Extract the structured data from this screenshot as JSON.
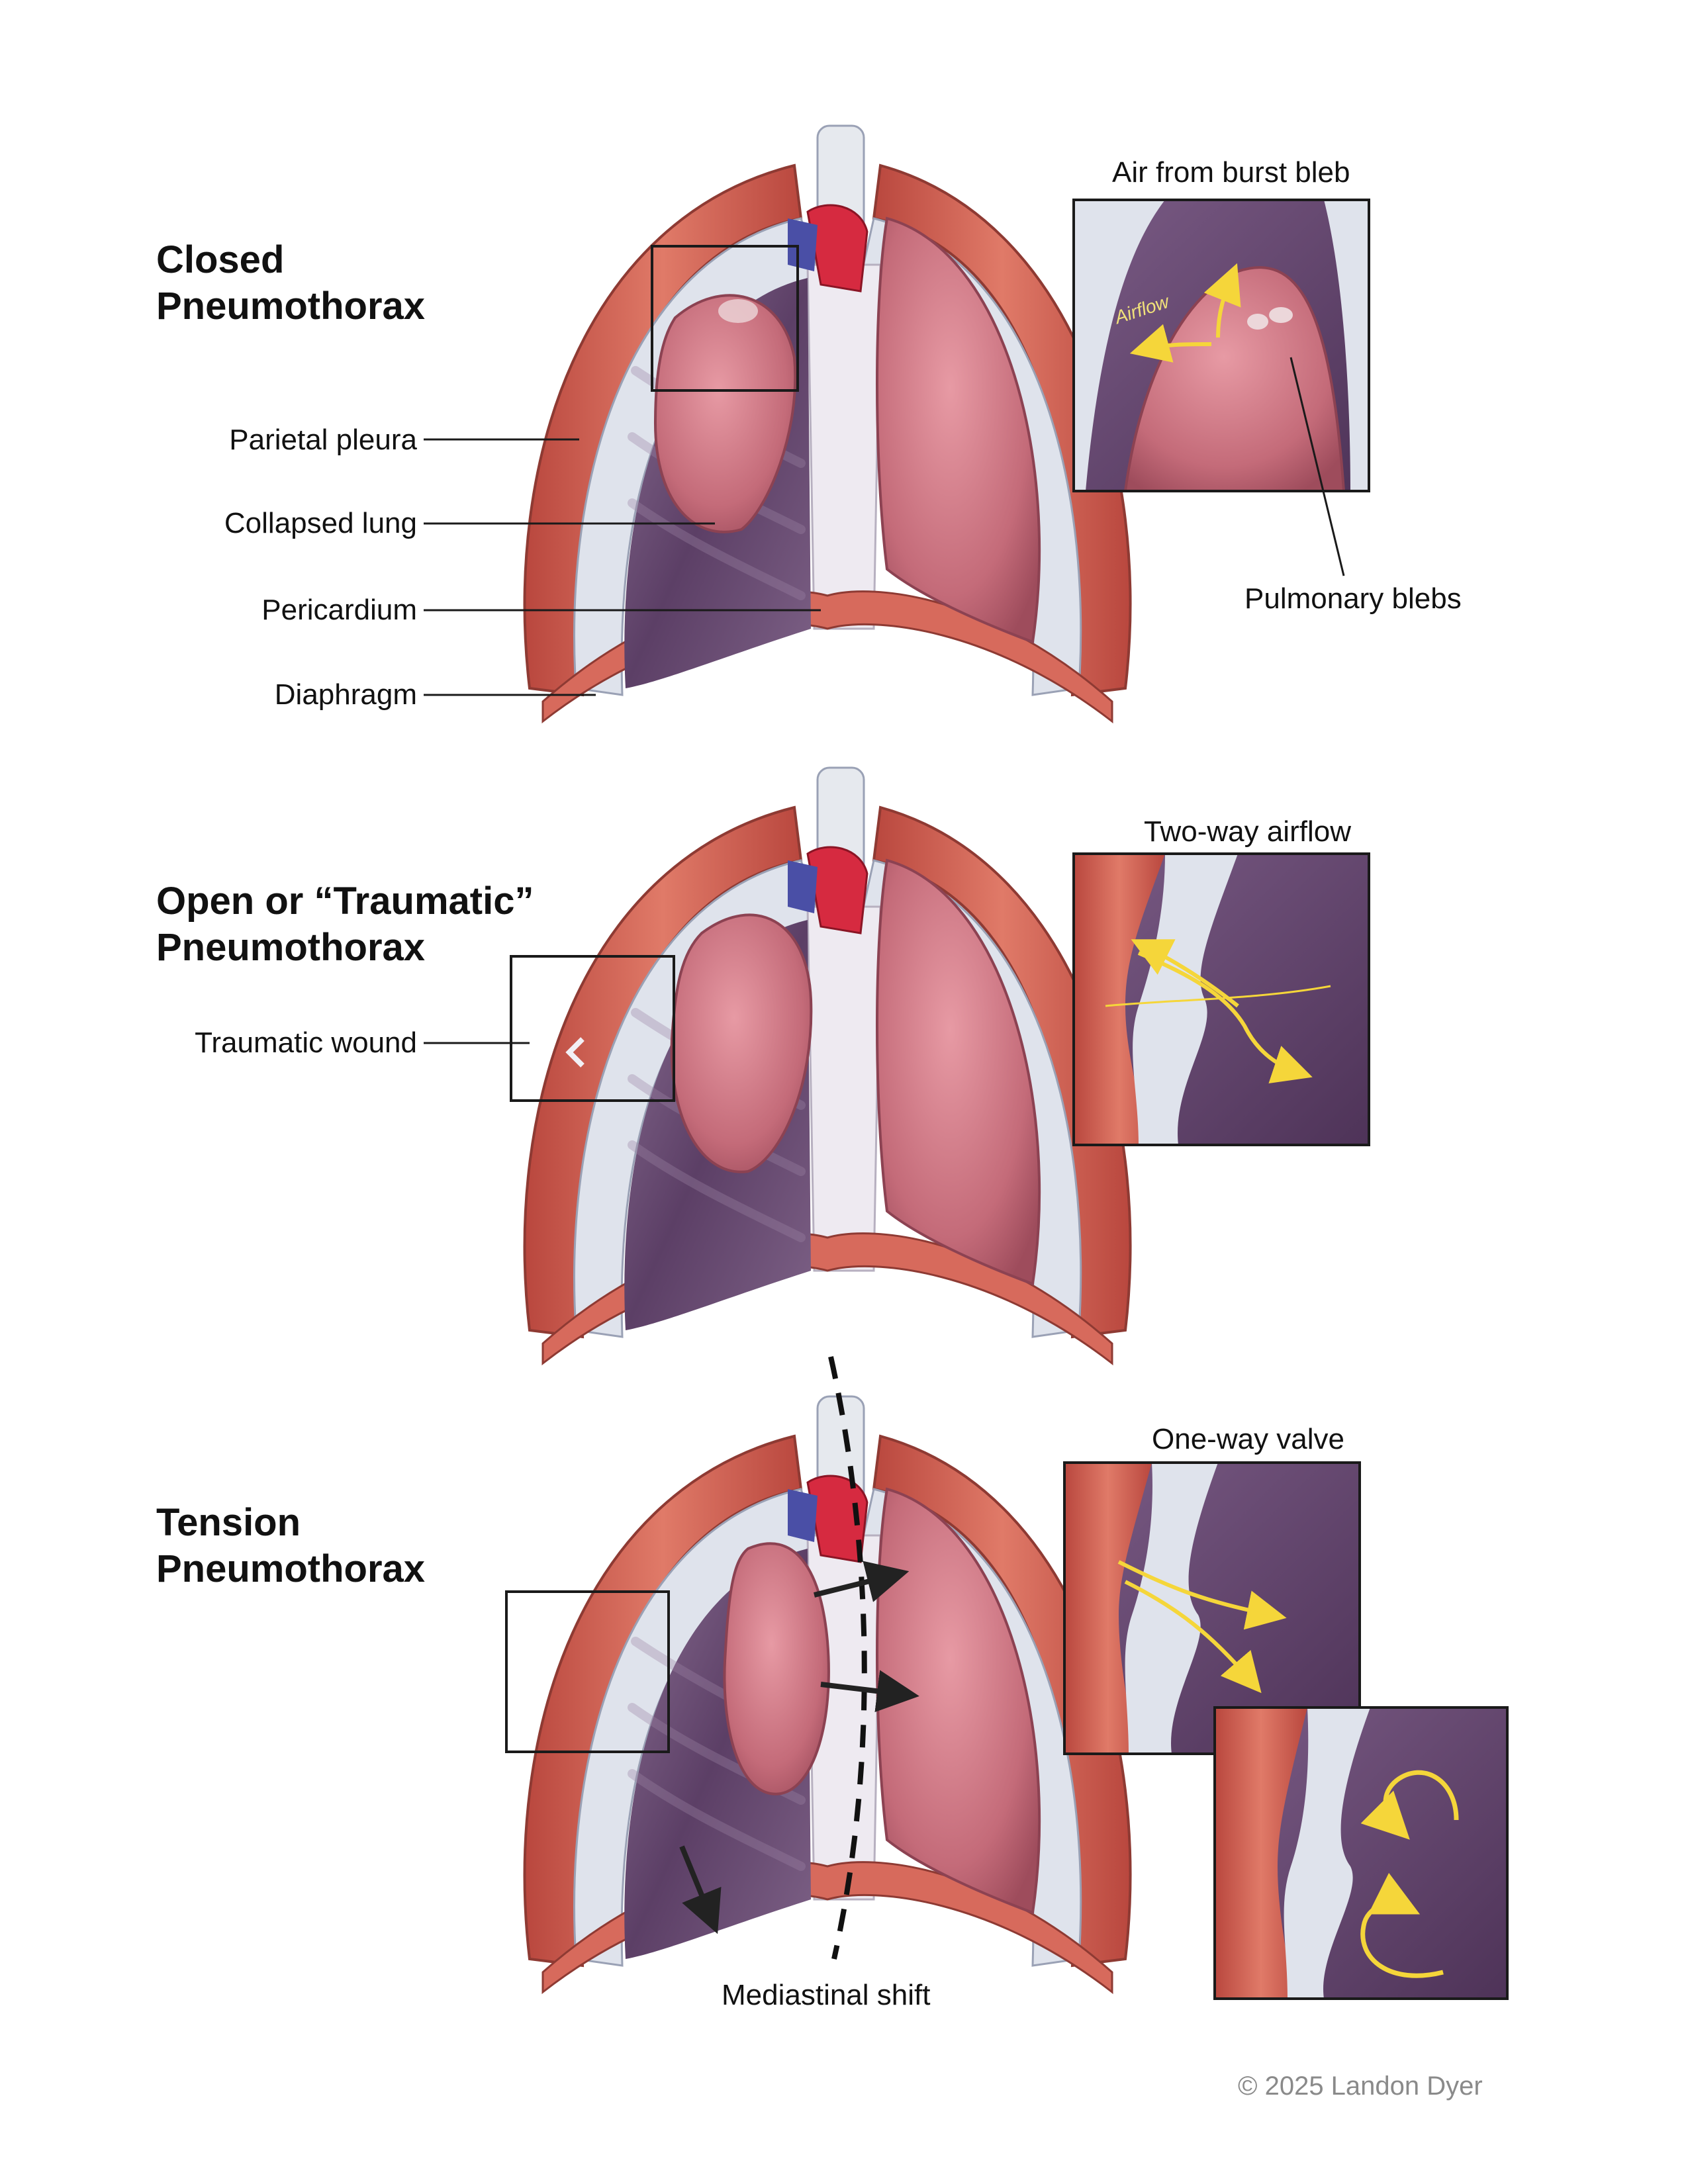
{
  "panels": [
    {
      "heading_lines": [
        "Closed",
        "Pneumothorax"
      ],
      "labels": [
        "Parietal pleura",
        "Collapsed lung",
        "Pericardium",
        "Diaphragm"
      ],
      "inset_title": "Air from burst bleb",
      "inset_airflow_label": "Airflow",
      "inset_callout": "Pulmonary blebs"
    },
    {
      "heading_lines": [
        "Open or “Traumatic”",
        "Pneumothorax"
      ],
      "labels": [
        "Traumatic wound"
      ],
      "inset_title": "Two-way airflow"
    },
    {
      "heading_lines": [
        "Tension",
        "Pneumothorax"
      ],
      "inset_title": "One-way valve",
      "bottom_label": "Mediastinal shift"
    }
  ],
  "copyright": "© 2025 Landon Dyer",
  "colors": {
    "rib_muscle": "#c85b4f",
    "pleura": "#d9dde8",
    "pleural_space": "#6a4a72",
    "lung": "#c9727f",
    "heart": "#d62a40",
    "airflow_arrow": "#f5d63a",
    "shift_arrow": "#222222"
  }
}
